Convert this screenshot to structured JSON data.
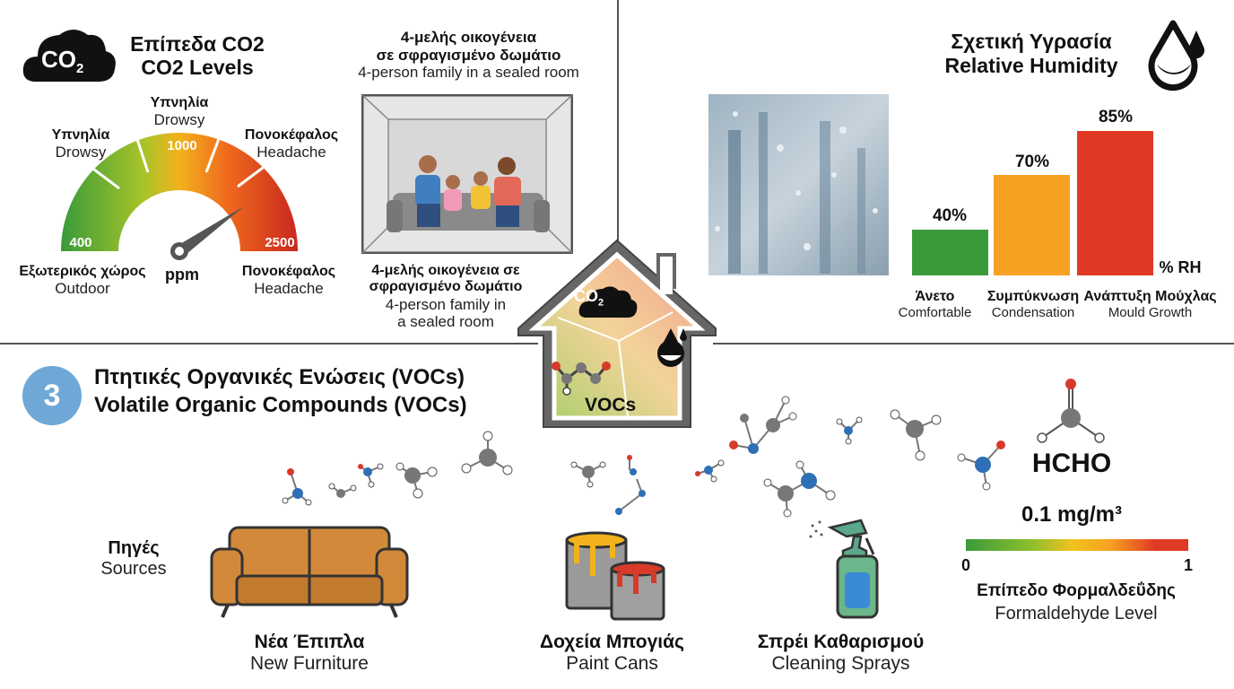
{
  "co2": {
    "badge": "CO",
    "badge_sub": "2",
    "title_gr": "Επίπεδα CO2",
    "title_en": "CO2 Levels",
    "gauge": {
      "unit": "ppm",
      "ticks": [
        "400",
        "1000",
        "2500"
      ],
      "labels": [
        {
          "gr": "Υπνηλία",
          "en": "Drowsy"
        },
        {
          "gr": "Υπνηλία",
          "en": "Drowsy"
        },
        {
          "gr": "Πονοκέφαλος",
          "en": "Headache"
        },
        {
          "gr": "Εξωτερικός χώρος",
          "en": "Outdoor"
        },
        {
          "gr": "Πονοκέφαλος",
          "en": "Headache"
        }
      ],
      "colors": [
        "#3a9a3a",
        "#f2b21c",
        "#d8321f"
      ]
    }
  },
  "room": {
    "top_gr": "4-μελής οικογένεια\nσε σφραγισμένο δωμάτιο",
    "top_en": "4-person family in a sealed room",
    "bottom_gr": "4-μελής οικογένεια σε\nσφραγισμένο δωμάτιο",
    "bottom_en": "4-person family in\na sealed room"
  },
  "house": {
    "co2": "CO",
    "co2_sub": "2",
    "vocs": "VOCs"
  },
  "humidity": {
    "title_gr": "Σχετική Υγρασία",
    "title_en": "Relative Humidity",
    "unit": "% RH",
    "bars": [
      {
        "value": "40%",
        "gr": "Άνετο",
        "en": "Comfortable",
        "color": "#3a9a3a"
      },
      {
        "value": "70%",
        "gr": "Συμπύκνωση",
        "en": "Condensation",
        "color": "#f7a122"
      },
      {
        "value": "85%",
        "gr": "Ανάπτυξη Μούχλας",
        "en": "Mould Growth",
        "color": "#e03a24"
      }
    ]
  },
  "vocs": {
    "number": "3",
    "title_gr": "Πτητικές Οργανικές Ενώσεις (VOCs)",
    "title_en": "Volatile Organic Compounds (VOCs)",
    "sources_gr": "Πηγές",
    "sources_en": "Sources",
    "items": [
      {
        "gr": "Νέα Έπιπλα",
        "en": "New Furniture"
      },
      {
        "gr": "Δοχεία Μπογιάς",
        "en": "Paint Cans"
      },
      {
        "gr": "Σπρέι Καθαρισμού",
        "en": "Cleaning Sprays"
      }
    ],
    "hcho": "HCHO",
    "concentration": "0.1 mg/m³",
    "scale_min": "0",
    "scale_max": "1",
    "scale_gr": "Επίπεδο Φορμαλδεΰδης",
    "scale_en": "Formaldehyde Level"
  }
}
